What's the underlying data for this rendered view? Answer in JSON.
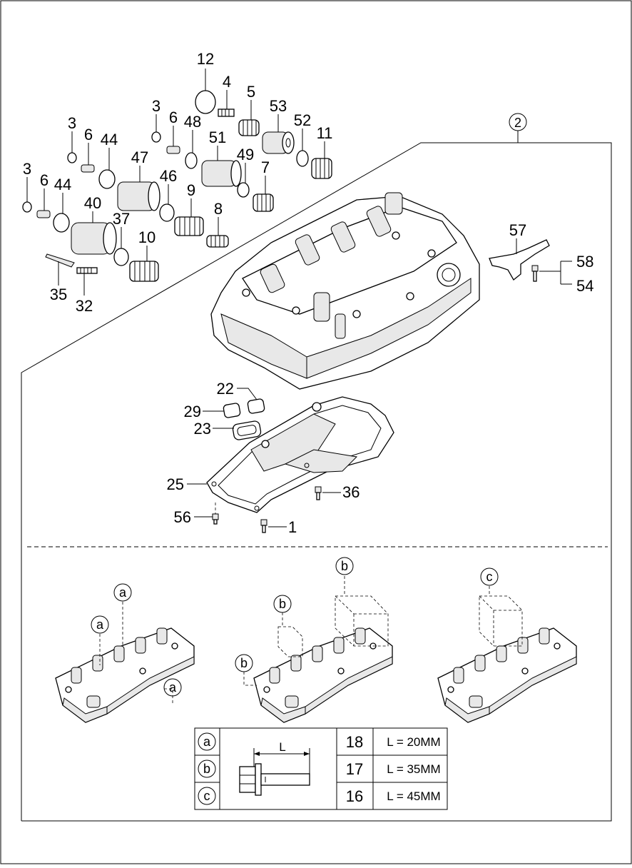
{
  "callouts": {
    "c12": "12",
    "c4": "4",
    "c5": "5",
    "c53": "53",
    "c52": "52",
    "c11": "11",
    "c3a": "3",
    "c6a": "6",
    "c48": "48",
    "c51": "51",
    "c49": "49",
    "c7": "7",
    "c3b": "3",
    "c6b": "6",
    "c44a": "44",
    "c47": "47",
    "c46": "46",
    "c9": "9",
    "c8": "8",
    "c3c": "3",
    "c6c": "6",
    "c44b": "44",
    "c40": "40",
    "c37": "37",
    "c10": "10",
    "c35": "35",
    "c32": "32",
    "c2": "2",
    "c57": "57",
    "c58": "58",
    "c54": "54",
    "c22": "22",
    "c29": "29",
    "c23": "23",
    "c25": "25",
    "c36": "36",
    "c56": "56",
    "c1": "1"
  },
  "circle_labels": {
    "a1": "a",
    "a2": "a",
    "a3": "a",
    "b1": "b",
    "b2": "b",
    "b3": "b",
    "c1": "c"
  },
  "bolt_table": {
    "dimension_label": "L",
    "rows": [
      {
        "code": "a",
        "part": "18",
        "length": "L = 20MM"
      },
      {
        "code": "b",
        "part": "17",
        "length": "L = 35MM"
      },
      {
        "code": "c",
        "part": "16",
        "length": "L = 45MM"
      }
    ]
  }
}
